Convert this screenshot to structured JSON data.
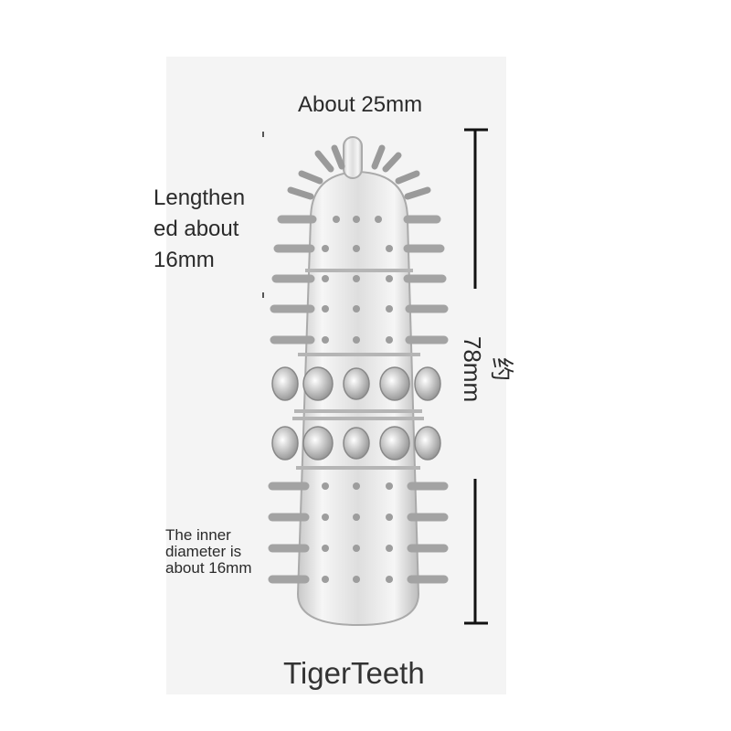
{
  "labels": {
    "top_width": "About 25mm",
    "lengthened": "Lengthen\ned about\n16mm",
    "inner_diameter": "The inner\ndiameter is\nabout 16mm",
    "length": "约78mm",
    "caption": "TigerTeeth"
  },
  "colors": {
    "background": "#ffffff",
    "panel": "#f4f4f4",
    "dimension_line": "#111111",
    "product": "#d8d8d8"
  }
}
